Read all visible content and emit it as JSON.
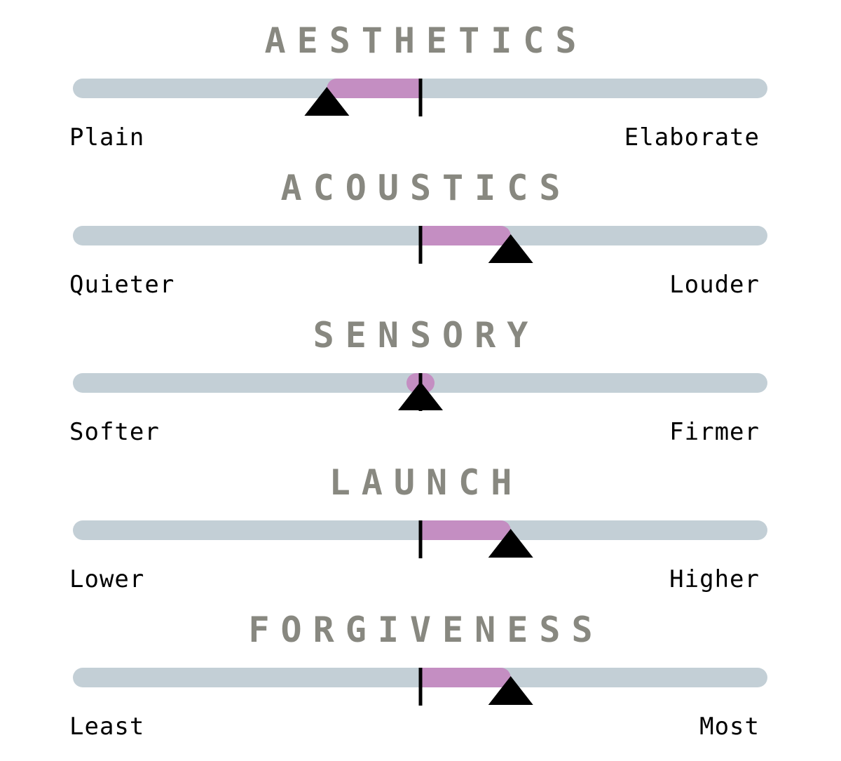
{
  "chart_data": {
    "type": "slider-scale",
    "scale_range": [
      -10,
      10
    ],
    "colors": {
      "track": "#c3cfd6",
      "fill": "#c48ec2",
      "marker": "#000000",
      "title": "#888880"
    },
    "rows": [
      {
        "title": "AESTHETICS",
        "left_label": "Plain",
        "right_label": "Elaborate",
        "value": -2.7
      },
      {
        "title": "ACOUSTICS",
        "left_label": "Quieter",
        "right_label": "Louder",
        "value": 2.6
      },
      {
        "title": "SENSORY",
        "left_label": "Softer",
        "right_label": "Firmer",
        "value": 0
      },
      {
        "title": "LAUNCH",
        "left_label": "Lower",
        "right_label": "Higher",
        "value": 2.6
      },
      {
        "title": "FORGIVENESS",
        "left_label": "Least",
        "right_label": "Most",
        "value": 2.6
      }
    ]
  }
}
